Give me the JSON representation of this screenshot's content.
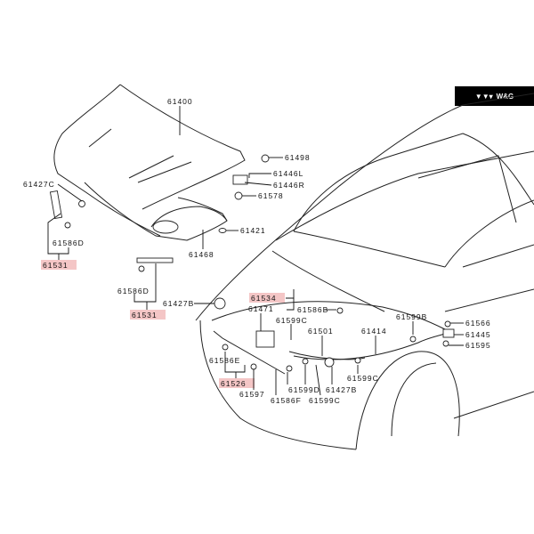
{
  "brand": {
    "label": "W&G",
    "icon": "brand-logo-icon"
  },
  "highlight_color": "#f4c6c6",
  "labels": {
    "hood": "61400",
    "p61498": "61498",
    "hinge_l": "61446L",
    "hinge_r": "61446R",
    "p61578": "61578",
    "p61427c": "61427C",
    "p61586d_a": "61586D",
    "p61531_a": "61531",
    "p61421": "61421",
    "p61468": "61468",
    "p61586d_b": "61586D",
    "p61531_b": "61531",
    "p61427b_a": "61427B",
    "p61534": "61534",
    "p61586b": "61586B",
    "p61471": "61471",
    "p61599c_a": "61599C",
    "p61501": "61501",
    "p61414": "61414",
    "p61599b": "61599B",
    "p61566": "61566",
    "p61445": "61445",
    "p61595": "61595",
    "p61586e": "61586E",
    "p61526": "61526",
    "p61597": "61597",
    "p61599d": "61599D",
    "p61427b_b": "61427B",
    "p61599c_b": "61599C",
    "p61586f": "61586F",
    "p61599c_c": "61599C"
  }
}
